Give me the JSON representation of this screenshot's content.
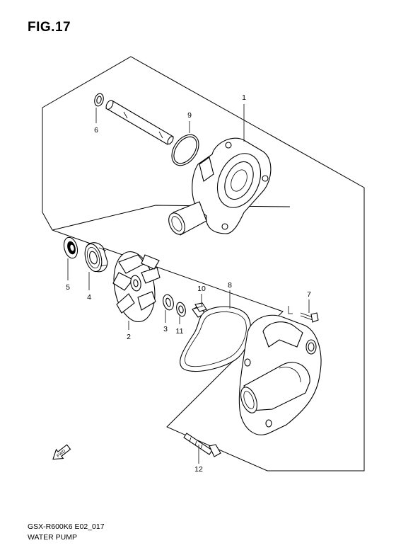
{
  "figure": {
    "title": "FIG.17",
    "code": "GSX-R600K6 E02_017",
    "name": "WATER PUMP"
  },
  "callouts": {
    "c1": "1",
    "c2": "2",
    "c3": "3",
    "c4": "4",
    "c5": "5",
    "c6": "6",
    "c7": "7",
    "c8": "8",
    "c9": "9",
    "c10": "10",
    "c11": "11",
    "c12": "12"
  },
  "arrow_label": "FWD",
  "parts_shown": [
    "pump-body",
    "impeller",
    "mechanical-seal",
    "oil-seal",
    "shaft",
    "o-ring",
    "gasket",
    "washer",
    "bolt",
    "pump-cover",
    "fwd-arrow"
  ]
}
